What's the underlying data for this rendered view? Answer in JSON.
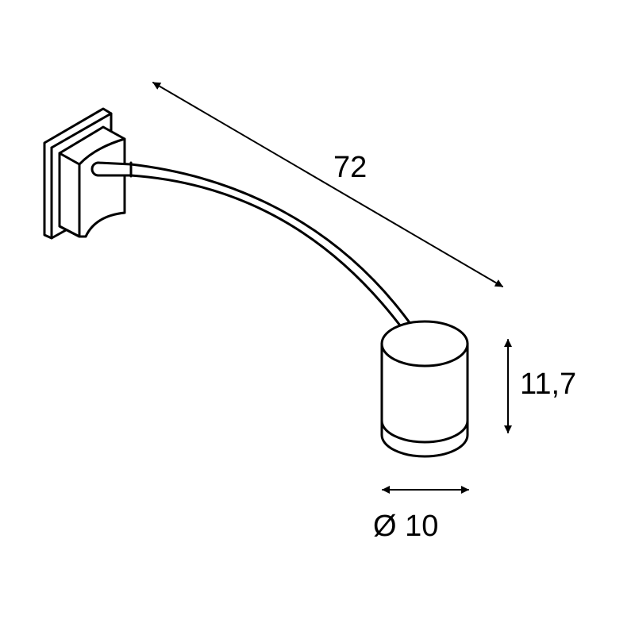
{
  "dimensions": {
    "arm_length": "72",
    "head_height": "11,7",
    "head_diameter": "Ø 10"
  },
  "colors": {
    "line": "#000000",
    "background": "#ffffff"
  }
}
